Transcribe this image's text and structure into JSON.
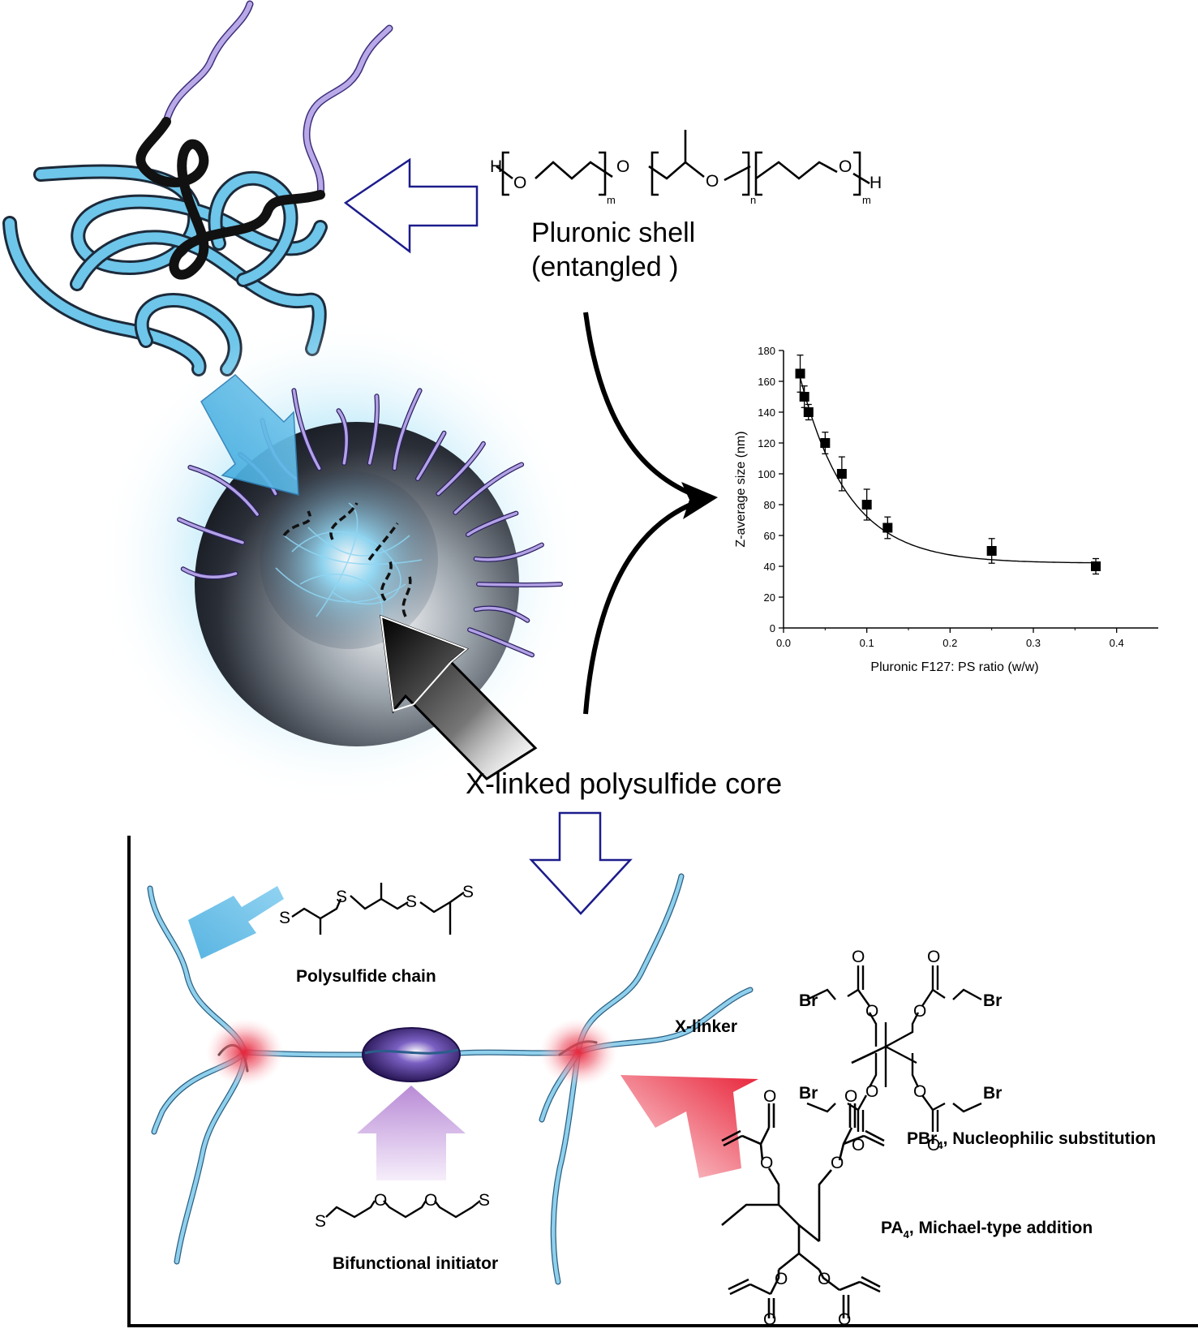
{
  "labels": {
    "pluronic_shell_line1": "Pluronic shell",
    "pluronic_shell_line2": "(entangled )",
    "core": "X-linked polysulfide core",
    "polysulfide_chain": "Polysulfide chain",
    "x_linker": "X-linker",
    "pbr4_label": "PBr",
    "pbr4_sub": "4",
    "pbr4_rest": ", Nucleophilic substitution",
    "pa4_label": "PA",
    "pa4_sub": "4",
    "pa4_rest": ", Michael-type addition",
    "initiator": "Bifunctional initiator"
  },
  "atoms": {
    "H": "H",
    "O": "O",
    "S": "S",
    "Br": "Br",
    "m": "m",
    "n": "n"
  },
  "chart_data": {
    "type": "scatter",
    "xlabel": "Pluronic F127: PS ratio (w/w)",
    "ylabel": "Z-average size (nm)",
    "xlim": [
      0.0,
      0.45
    ],
    "ylim": [
      0,
      180
    ],
    "xticks": [
      "0.0",
      "0.1",
      "0.2",
      "0.3",
      "0.4"
    ],
    "yticks": [
      "0",
      "20",
      "40",
      "60",
      "80",
      "100",
      "120",
      "140",
      "160",
      "180"
    ],
    "series": [
      {
        "marker": "filled-square",
        "points": [
          {
            "x": 0.02,
            "y": 165,
            "err": 12
          },
          {
            "x": 0.025,
            "y": 150,
            "err": 7
          },
          {
            "x": 0.03,
            "y": 140,
            "err": 5
          },
          {
            "x": 0.05,
            "y": 120,
            "err": 7
          },
          {
            "x": 0.07,
            "y": 100,
            "err": 11
          },
          {
            "x": 0.1,
            "y": 80,
            "err": 10
          },
          {
            "x": 0.125,
            "y": 65,
            "err": 7
          },
          {
            "x": 0.25,
            "y": 50,
            "err": 8
          },
          {
            "x": 0.375,
            "y": 40,
            "err": 5
          }
        ]
      }
    ],
    "fit": {
      "type": "exponential-decay",
      "y0": 42,
      "A": 170,
      "t": 0.058
    },
    "grid": false
  },
  "colors": {
    "chain_blue": "#56b7dd",
    "shell_purple": "#9b86d8",
    "core_dark": "#1e1e28",
    "arrow_navy": "#1c1c8c",
    "crosslink_red": "#e8243a",
    "initiator_purple": "#4a2b8a"
  }
}
